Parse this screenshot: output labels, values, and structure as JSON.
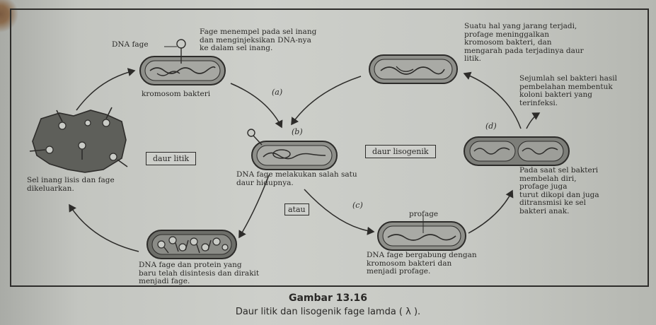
{
  "figure": {
    "title": "Gambar 13.16",
    "caption": "Daur litik dan lisogenik fage lamda ( λ )."
  },
  "labels": {
    "dna_fage": "DNA fage",
    "attach": "Fage menempel pada sel inang\ndan menginjeksikan DNA-nya\nke dalam sel inang.",
    "kromosom": "kromosom bakteri",
    "rare_event": "Suatu hal yang jarang terjadi,\nprofage meninggalkan\nkromosom bakteri, dan\nmengarah pada terjadinya daur\nlitik.",
    "colony": "Sejumlah sel bakteri hasil\npembelahan membentuk\nkoloni bakteri yang\nterinfeksi.",
    "choose_cycle": "DNA fage melakukan salah satu\ndaur hidupnya.",
    "lysis": "Sel inang lisis dan fage\ndikeluarkan.",
    "division": "Pada saat sel bakteri\nmembelah diri,\nprofage juga\nturut dikopi dan juga\nditransmisi ke sel\nbakteri anak.",
    "profage": "profage",
    "synthesis": "DNA fage dan protein yang\nbaru telah disintesis dan dirakit\nmenjadi fage.",
    "integrate": "DNA fage bergabung dengan\nkromosom bakteri dan\nmenjadi profage."
  },
  "boxes": {
    "lytic": "daur litik",
    "lysogenic": "daur lisogenik",
    "or": "atau"
  },
  "steps": {
    "a": "(a)",
    "b": "(b)",
    "c": "(c)",
    "d": "(d)"
  }
}
